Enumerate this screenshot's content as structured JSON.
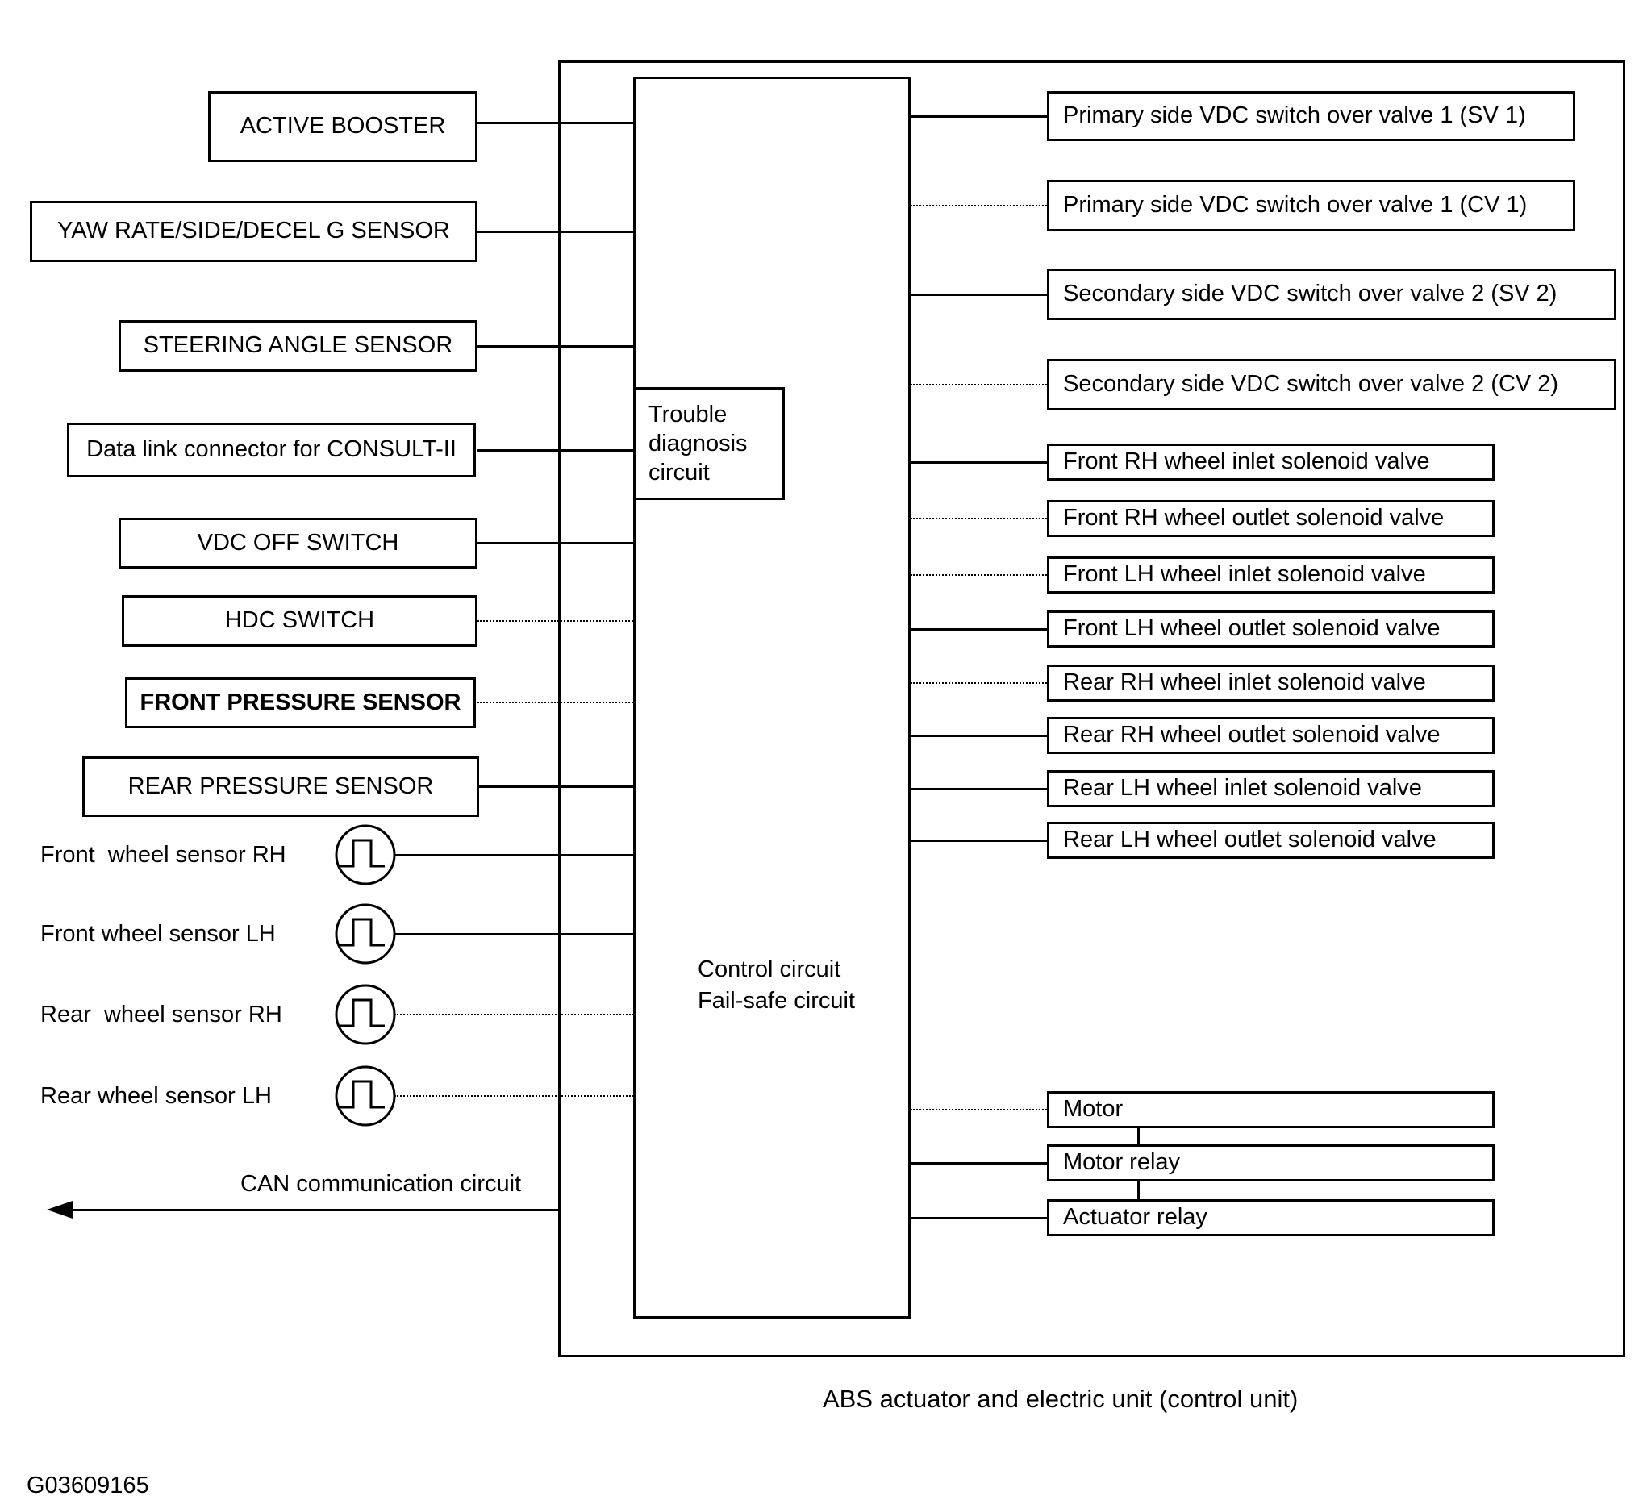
{
  "diagram": {
    "caption": "ABS actuator and electric unit (control unit)",
    "figure_id": "G03609165",
    "can_label": "CAN communication circuit",
    "colors": {
      "line": "#000000",
      "background": "#ffffff",
      "text": "#000000"
    },
    "center_unit": {
      "trouble_box_label": "Trouble diagnosis circuit",
      "control_line1": "Control circuit",
      "control_line2": "Fail-safe circuit"
    },
    "left_boxes": [
      {
        "id": "active-booster",
        "label": "ACTIVE BOOSTER"
      },
      {
        "id": "yaw-rate-side-decel-g-sensor",
        "label": "YAW RATE/SIDE/DECEL G SENSOR"
      },
      {
        "id": "steering-angle-sensor",
        "label": "STEERING ANGLE SENSOR"
      },
      {
        "id": "data-link-connector-consult-ii",
        "label": "Data link connector for CONSULT-II"
      },
      {
        "id": "vdc-off-switch",
        "label": "VDC OFF SWITCH"
      },
      {
        "id": "hdc-switch",
        "label": "HDC SWITCH"
      },
      {
        "id": "front-pressure-sensor",
        "label": "FRONT PRESSURE SENSOR"
      },
      {
        "id": "rear-pressure-sensor",
        "label": "REAR PRESSURE SENSOR"
      }
    ],
    "wheel_sensors": [
      {
        "id": "front-wheel-sensor-rh",
        "label": "Front  wheel sensor RH"
      },
      {
        "id": "front-wheel-sensor-lh",
        "label": "Front wheel sensor LH"
      },
      {
        "id": "rear-wheel-sensor-rh",
        "label": "Rear  wheel sensor RH"
      },
      {
        "id": "rear-wheel-sensor-lh",
        "label": "Rear wheel sensor LH"
      }
    ],
    "right_boxes": [
      {
        "id": "primary-sv1",
        "label": "Primary side VDC switch over valve 1 (SV 1)"
      },
      {
        "id": "primary-cv1",
        "label": "Primary side VDC switch over valve 1 (CV 1)"
      },
      {
        "id": "secondary-sv2",
        "label": "Secondary side VDC switch over valve 2 (SV 2)"
      },
      {
        "id": "secondary-cv2",
        "label": "Secondary side VDC switch over valve 2 (CV 2)"
      },
      {
        "id": "front-rh-inlet-valve",
        "label": "Front RH wheel inlet solenoid valve"
      },
      {
        "id": "front-rh-outlet-valve",
        "label": "Front RH wheel outlet solenoid valve"
      },
      {
        "id": "front-lh-inlet-valve",
        "label": "Front LH wheel inlet solenoid valve"
      },
      {
        "id": "front-lh-outlet-valve",
        "label": "Front LH wheel outlet solenoid valve"
      },
      {
        "id": "rear-rh-inlet-valve",
        "label": "Rear RH wheel inlet solenoid valve"
      },
      {
        "id": "rear-rh-outlet-valve",
        "label": "Rear RH wheel outlet solenoid valve"
      },
      {
        "id": "rear-lh-inlet-valve",
        "label": "Rear LH wheel inlet solenoid valve"
      },
      {
        "id": "rear-lh-outlet-valve",
        "label": "Rear LH wheel outlet solenoid valve"
      },
      {
        "id": "motor",
        "label": "Motor"
      },
      {
        "id": "motor-relay",
        "label": "Motor relay"
      },
      {
        "id": "actuator-relay",
        "label": "Actuator relay"
      }
    ]
  }
}
